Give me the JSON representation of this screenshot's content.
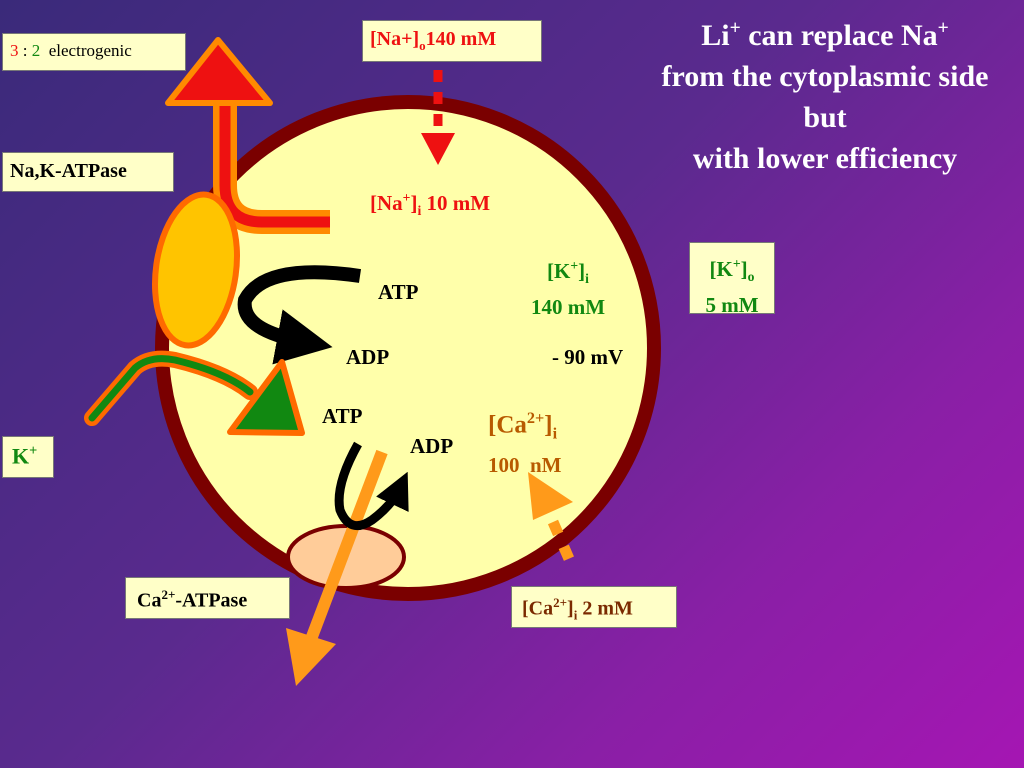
{
  "title": {
    "line1_pre": "Li",
    "line1_sup": "+",
    "line1_mid": " can replace Na",
    "line1_sup2": "+",
    "line2": "from the cytoplasmic side",
    "line3": "but",
    "line4": "with lower efficiency"
  },
  "ratio_box": {
    "n1": "3",
    "sep": " : ",
    "n2": "2",
    "text": "  electrogenic"
  },
  "na_out": {
    "pre": "[Na+]",
    "sub": "o",
    "value": "140 mM"
  },
  "na_in": {
    "pre": "[Na",
    "sup": "+",
    "close": "]",
    "sub": "i",
    "value": " 10 mM"
  },
  "nak_label": "Na,K-ATPase",
  "k_in": {
    "pre": "[K",
    "sup": "+",
    "close": "]",
    "sub": "i",
    "value": "140 mM"
  },
  "k_out": {
    "pre": "[K",
    "sup": "+",
    "close": "]",
    "sub": "o",
    "value": "5 mM"
  },
  "atp1": "ATP",
  "adp1": "ADP",
  "potential": "- 90 mV",
  "atp2": "ATP",
  "adp2": "ADP",
  "ca_in": {
    "pre": "[Ca",
    "sup": "2+",
    "close": "]",
    "sub": "i",
    "value": "100  nM"
  },
  "k_label": {
    "pre": "K",
    "sup": "+"
  },
  "ca_pump": {
    "pre": "Ca",
    "sup": "2+",
    "post": "-ATPase"
  },
  "ca_out": {
    "pre": "[Ca",
    "sup": "2+",
    "close": "]",
    "sub": "i",
    "value": " 2 mM"
  },
  "colors": {
    "membrane": "#7a0000",
    "cytoplasm": "#ffffaa",
    "na": "#ee1111",
    "k": "#118811",
    "ca": "#ff9a1a",
    "pump_nak": "#ffc400",
    "pump_ca": "#ffcc99",
    "label_bg": "#ffffc8"
  }
}
